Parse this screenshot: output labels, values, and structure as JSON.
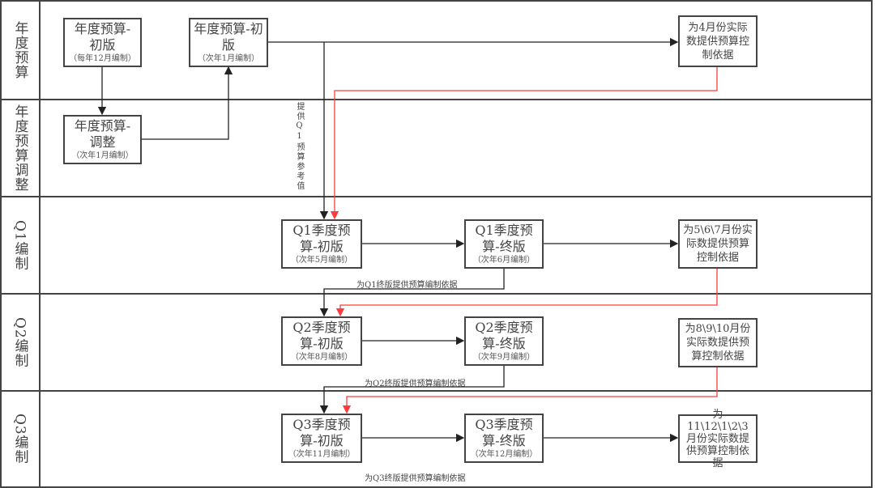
{
  "lanes": [
    "年度预算",
    "年度预算调整",
    "Q1编制",
    "Q2编制",
    "Q3编制"
  ],
  "boxes": {
    "annual_initial_dec": {
      "title": "年度预算-初版",
      "sub": "（每年12月编制）"
    },
    "annual_initial_jan": {
      "title": "年度预算-初版",
      "sub": "（次年1月编制）"
    },
    "annual_control": {
      "title": "为4月份实际数提供预算控制依据"
    },
    "annual_adjust": {
      "title": "年度预算-调整",
      "sub": "（次年1月编制）"
    },
    "q1_initial": {
      "title": "Q1季度预算-初版",
      "sub": "（次年5月编制）"
    },
    "q1_final": {
      "title": "Q1季度预算-终版",
      "sub": "（次年6月编制）"
    },
    "q1_control": {
      "title": "为5\\6\\7月份实际数提供预算控制依据"
    },
    "q2_initial": {
      "title": "Q2季度预算-初版",
      "sub": "（次年8月编制）"
    },
    "q2_final": {
      "title": "Q2季度预算-终版",
      "sub": "（次年9月编制）"
    },
    "q2_control": {
      "title": "为8\\9\\10月份实际数提供预算控制依据"
    },
    "q3_initial": {
      "title": "Q3季度预算-初版",
      "sub": "（次年11月编制）"
    },
    "q3_final": {
      "title": "Q3季度预算-终版",
      "sub": "（次年12月编制）"
    },
    "q3_control": {
      "title": "为11\\12\\1\\2\\3月份实际数提供预算控制依据"
    }
  },
  "edge_labels": {
    "q1_reference": "提供Q1预算参考值",
    "q1_basis": "为Q1终版提供预算编制依据",
    "q2_basis": "为Q2终版提供预算编制依据",
    "q3_basis": "为Q3终版提供预算编制依据"
  },
  "colors": {
    "line": "#222222",
    "control_line": "#ff3b3b",
    "border": "#444444"
  }
}
